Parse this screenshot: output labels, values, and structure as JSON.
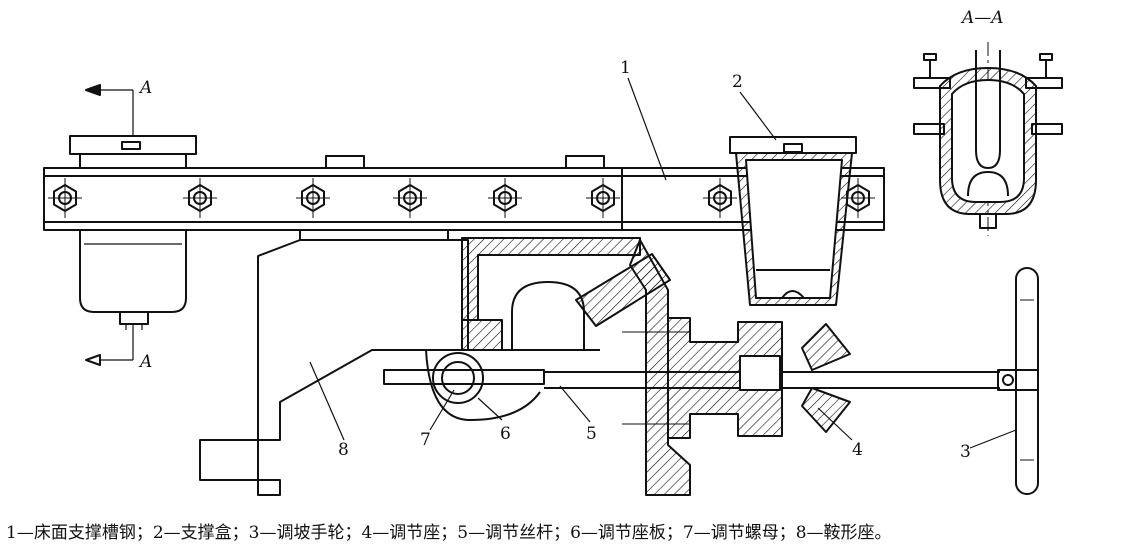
{
  "section_labels": {
    "top_arrow": "A",
    "bottom_arrow": "A",
    "section_title": "A—A"
  },
  "part_labels": [
    "1",
    "2",
    "3",
    "4",
    "5",
    "6",
    "7",
    "8"
  ],
  "caption": "1—床面支撑槽钢；2—支撑盒；3—调坡手轮；4—调节座；5—调节丝杆；6—调节座板；7—调节螺母；8—鞍形座。"
}
